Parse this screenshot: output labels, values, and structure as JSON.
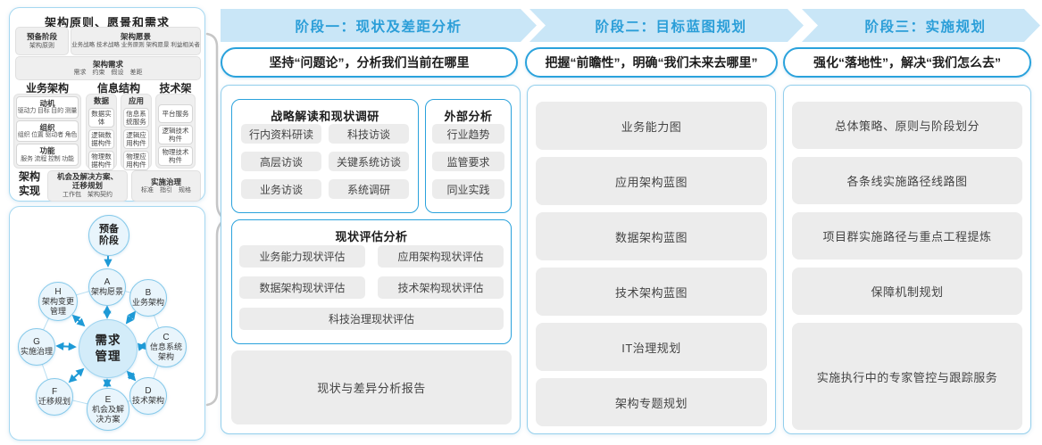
{
  "colors": {
    "band_bg": "#c9e6f7",
    "band_text": "#2b9ed8",
    "accent_blue": "#2aa2dc",
    "light_blue_border": "#93cfec",
    "pill_gray": "#ececec",
    "node_fill": "#e9f5fc",
    "node_border": "#85c9ea",
    "arrow_blue": "#1e9ad6"
  },
  "left_top": {
    "title": "架构原则、愿景和需求",
    "prep": {
      "title": "预备阶段",
      "sub": "架构原则"
    },
    "vision": {
      "title": "架构愿景",
      "sub": "业务战略 技术战略 业务原则 架构愿景 利益相关者"
    },
    "req": {
      "title": "架构需求",
      "sub": "需求　约束　假设　差距"
    },
    "biz": {
      "header": "业务架构",
      "boxes": [
        {
          "t": "动机",
          "s": "驱动力 目标 目的 测量"
        },
        {
          "t": "组织",
          "s": "组织 位置 驱动者 角色"
        },
        {
          "t": "功能",
          "s": "服务 流程 控制 功能"
        }
      ]
    },
    "info": {
      "header": "信息结构",
      "data": {
        "t": "数据",
        "boxes": [
          "数据实体",
          "逻辑数据构件",
          "物理数据构件"
        ]
      },
      "app": {
        "t": "应用",
        "boxes": [
          "信息系统服务",
          "逻辑应用构件",
          "物理应用构件"
        ]
      }
    },
    "tech": {
      "header": "技术架构",
      "boxes": [
        "平台服务",
        "逻辑技术构件",
        "物理技术构件"
      ]
    },
    "impl": {
      "label": "架构实现",
      "box1": {
        "t": "机会及解决方案、迁移规划",
        "s": "工作包　架构契约"
      },
      "box2": {
        "t": "实施治理",
        "s": "标准　指引　规格"
      }
    }
  },
  "adm": {
    "prep": "预备阶段",
    "center": "需求管理",
    "nodes": [
      {
        "id": "A",
        "label": "架构愿景"
      },
      {
        "id": "B",
        "label": "业务架构"
      },
      {
        "id": "C",
        "label": "信息系统架构"
      },
      {
        "id": "D",
        "label": "技术架构"
      },
      {
        "id": "E",
        "label": "机会及解决方案"
      },
      {
        "id": "F",
        "label": "迁移规划"
      },
      {
        "id": "G",
        "label": "实施治理"
      },
      {
        "id": "H",
        "label": "架构变更管理"
      }
    ]
  },
  "phases": [
    {
      "header": "阶段一：现状及差距分析",
      "subtitle": "坚持“问题论”，分析我们当前在哪里"
    },
    {
      "header": "阶段二：目标蓝图规划",
      "subtitle": "把握“前瞻性”，明确“我们未来去哪里”",
      "items": [
        "业务能力图",
        "应用架构蓝图",
        "数据架构蓝图",
        "技术架构蓝图",
        "IT治理规划",
        "架构专题规划"
      ]
    },
    {
      "header": "阶段三：实施规划",
      "subtitle": "强化“落地性”，解决“我们怎么去”",
      "items": [
        "总体策略、原则与阶段划分",
        "各条线实施路径线路图",
        "项目群实施路径与重点工程提炼",
        "保障机制规划",
        "实施执行中的专家管控与跟踪服务"
      ]
    }
  ],
  "phase1": {
    "strategy": {
      "title": "战略解读和现状调研",
      "items": [
        "行内资料研读",
        "科技访谈",
        "高层访谈",
        "关键系统访谈",
        "业务访谈",
        "系统调研"
      ]
    },
    "external": {
      "title": "外部分析",
      "items": [
        "行业趋势",
        "监管要求",
        "同业实践"
      ]
    },
    "assessment": {
      "title": "现状评估分析",
      "items": [
        "业务能力现状评估",
        "应用架构现状评估",
        "数据架构现状评估",
        "技术架构现状评估",
        "科技治理现状评估"
      ]
    },
    "report": "现状与差异分析报告"
  }
}
